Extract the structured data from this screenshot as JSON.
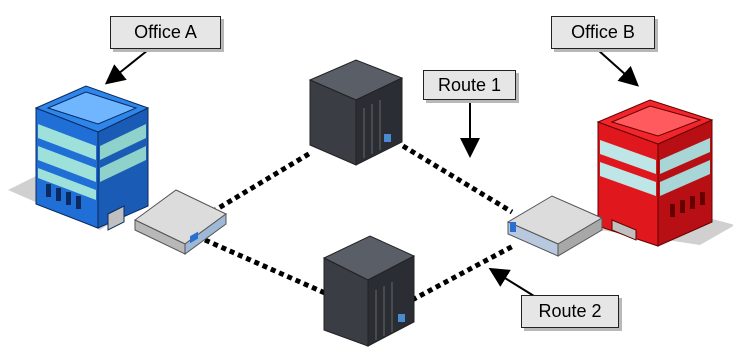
{
  "labels": {
    "office_a": "Office A",
    "office_b": "Office B",
    "route_1": "Route 1",
    "route_2": "Route 2"
  },
  "colors": {
    "office_a": "#1f6fd6",
    "office_b": "#e0181e",
    "router": "#d6d6d6",
    "server": "#3a3d44",
    "link": "#000000"
  },
  "icons": {
    "office_a": "office-building-icon",
    "office_b": "office-building-icon",
    "router_a": "router-icon",
    "router_b": "router-icon",
    "server_1": "server-rack-icon",
    "server_2": "server-rack-icon"
  }
}
